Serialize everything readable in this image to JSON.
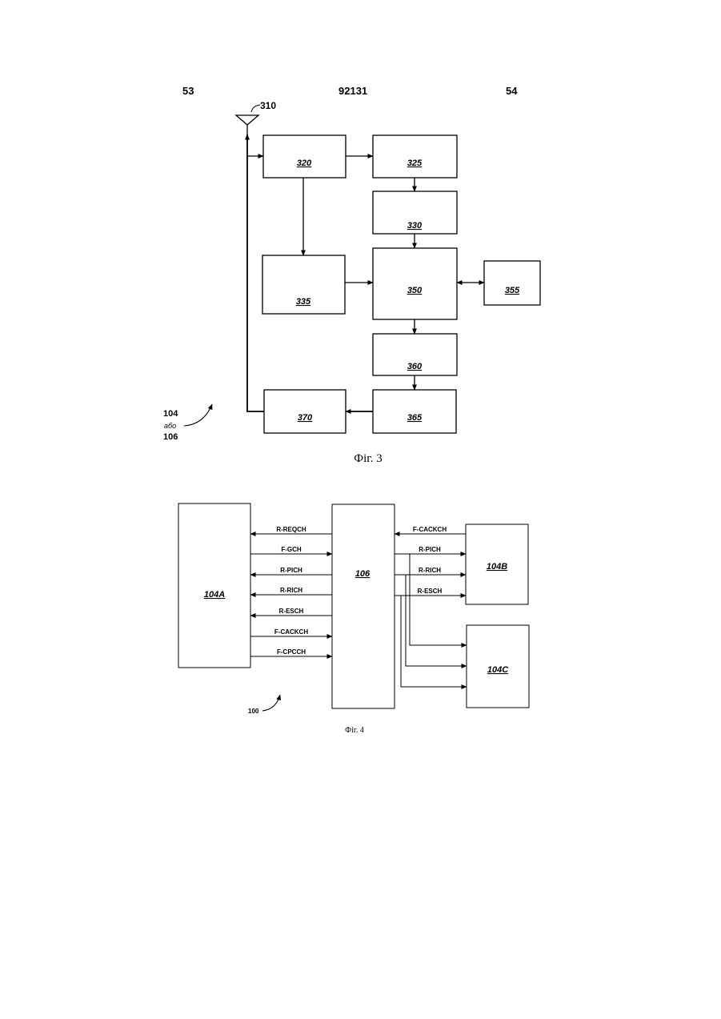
{
  "header": {
    "left_page": "53",
    "patent_number": "92131",
    "right_page": "54"
  },
  "fig3": {
    "antenna_label": "310",
    "blocks": {
      "b320": "320",
      "b325": "325",
      "b330": "330",
      "b335": "335",
      "b350": "350",
      "b355": "355",
      "b360": "360",
      "b365": "365",
      "b370": "370"
    },
    "ref_top": "104",
    "ref_mid": "або",
    "ref_bottom": "106",
    "caption": "Фіг. 3"
  },
  "fig4": {
    "blocks": {
      "b104a": "104A",
      "b106": "106",
      "b104b": "104B",
      "b104c": "104C"
    },
    "left_signals": [
      "R-REQCH",
      "F-GCH",
      "R-PICH",
      "R-RICH",
      "R-ESCH",
      "F-CACKCH",
      "F-CPCCH"
    ],
    "right_signals": [
      "F-CACKCH",
      "R-PICH",
      "R-RICH",
      "R-ESCH"
    ],
    "ref": "100",
    "caption": "Фіг. 4"
  }
}
